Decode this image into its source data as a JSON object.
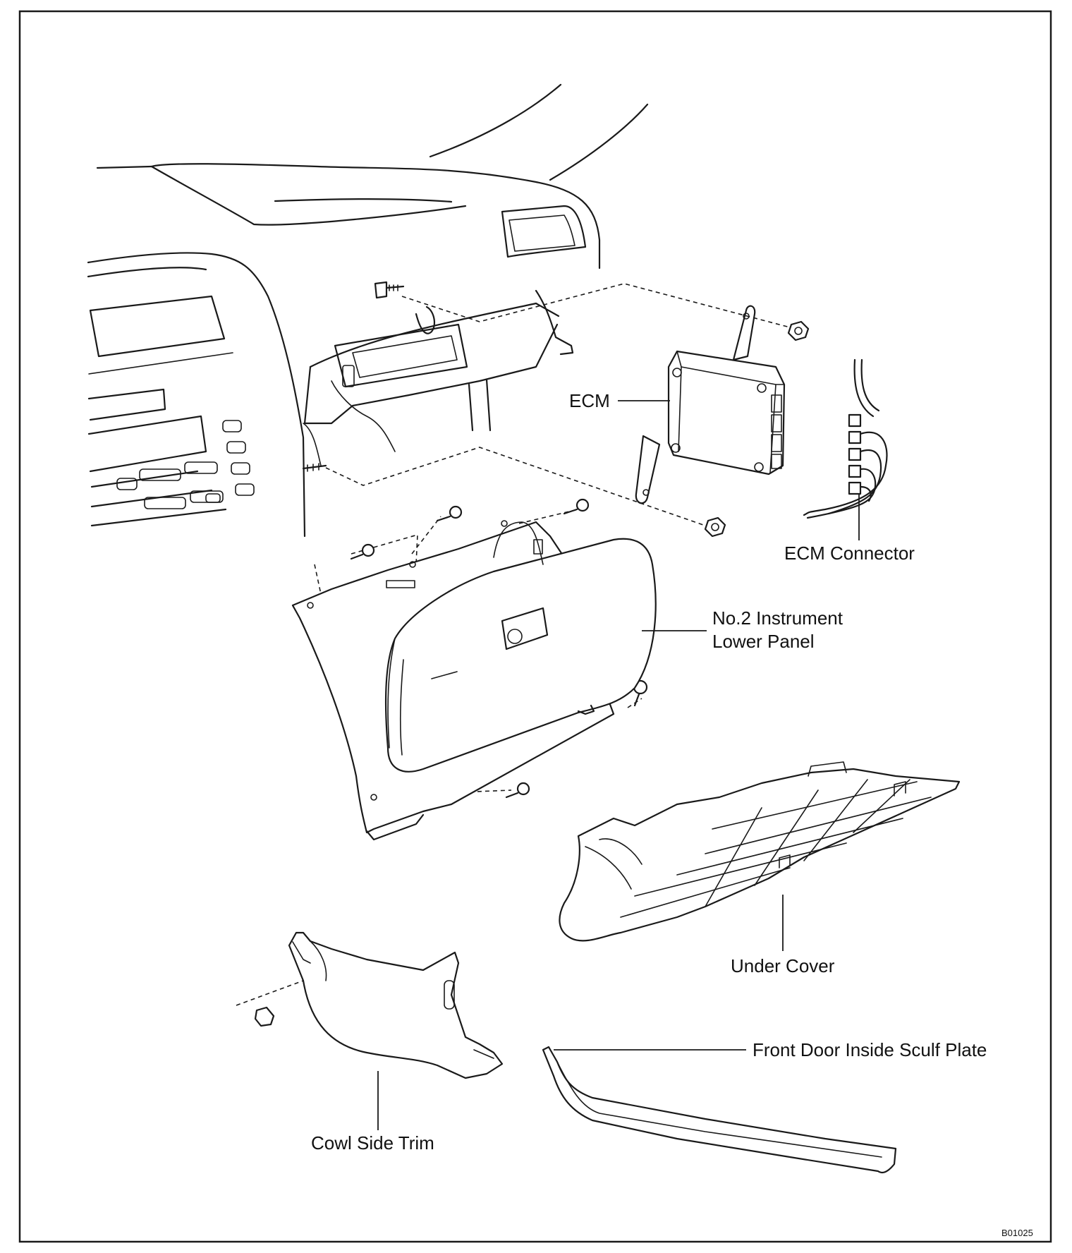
{
  "labels": {
    "ecm": "ECM",
    "ecm_connector": "ECM Connector",
    "no2_panel_line1": "No.2 Instrument",
    "no2_panel_line2": "Lower Panel",
    "under_cover": "Under Cover",
    "scuff_plate": "Front Door Inside Sculf Plate",
    "cowl_side_trim": "Cowl Side Trim"
  },
  "figure_code": "B01025",
  "colors": {
    "ink": "#1a1a1a",
    "paper": "#ffffff"
  }
}
